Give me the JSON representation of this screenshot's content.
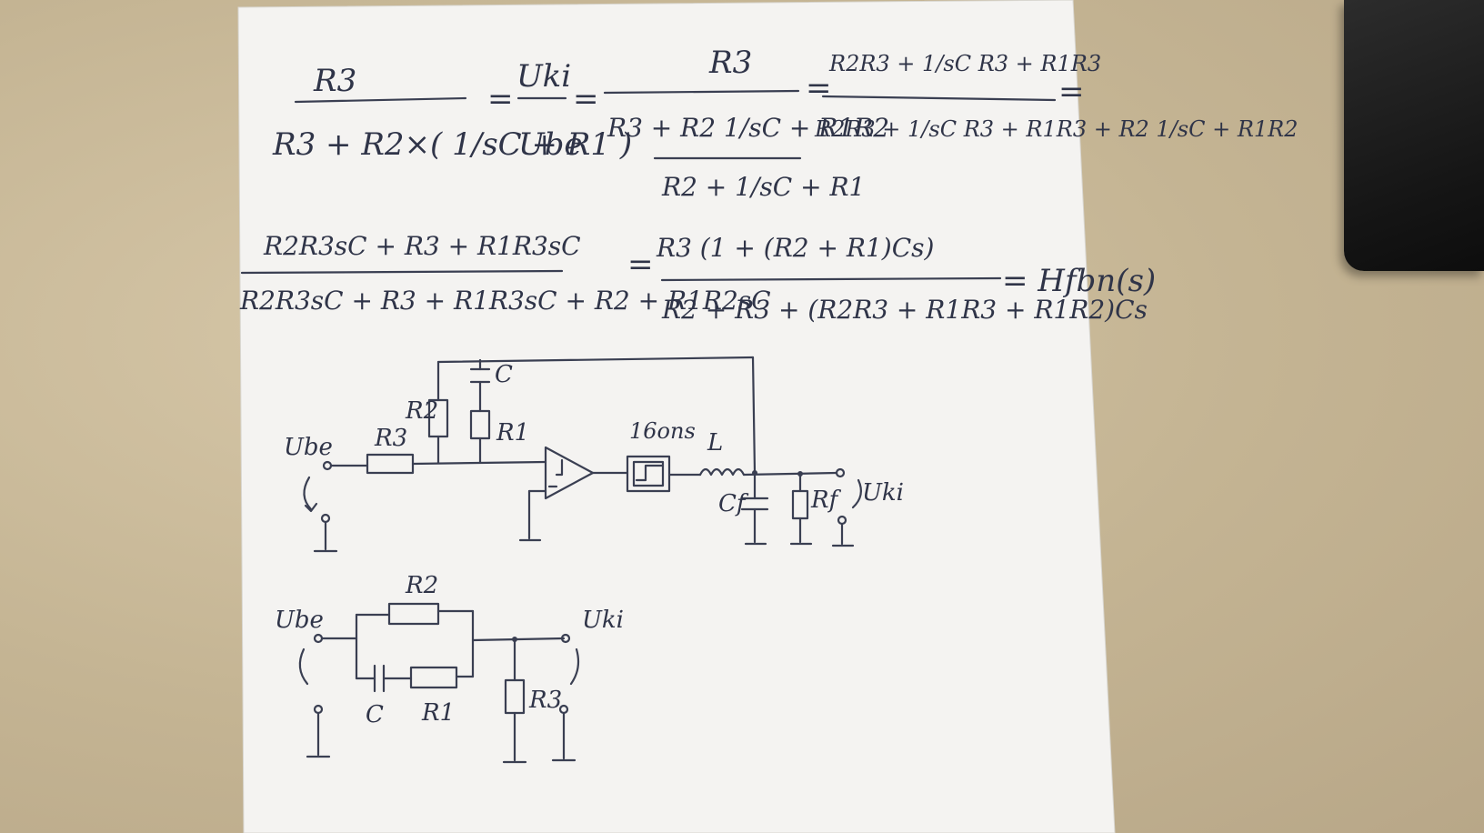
{
  "equations": {
    "eq1_lhs_num": "R3",
    "eq1_lhs_den": "R3 + R2×( 1/sC + R1 )",
    "eq1_eq": "=",
    "eq1_mid_num": "Uki",
    "eq1_mid_den": "Ube",
    "eq1_rhs_num": "R3",
    "eq1_rhs_den_top": "R3 + R2 1/sC + R1R2",
    "eq1_rhs_den_bot": "R2 + 1/sC + R1",
    "eq1_far_num": "R2R3 + 1/sC R3 + R1R3",
    "eq1_far_den": "R2R3 + 1/sC R3 + R1R3 + R2 1/sC + R1R2",
    "eq2_lhs_num": "R2R3sC + R3 + R1R3sC",
    "eq2_lhs_den": "R2R3sC + R3 + R1R3sC + R2 + R1R2sC",
    "eq2_rhs_num": "R3 (1 + (R2 + R1)Cs)",
    "eq2_rhs_den": "R2 + R3 + (R2R3 + R1R3 + R1R2)Cs",
    "eq2_result": "= Hfbn(s)"
  },
  "circuit1": {
    "input_label": "Ube",
    "r3_label": "R3",
    "r2_label": "R2",
    "r1_label": "R1",
    "c_label": "C",
    "delay_label": "16ons",
    "l_label": "L",
    "cf_label": "Cf",
    "rf_label": "Rf",
    "output_label": "Uki"
  },
  "circuit2": {
    "input_label": "Ube",
    "r2_label": "R2",
    "c_label": "C",
    "r1_label": "R1",
    "r3_label": "R3",
    "output_label": "Uki"
  }
}
